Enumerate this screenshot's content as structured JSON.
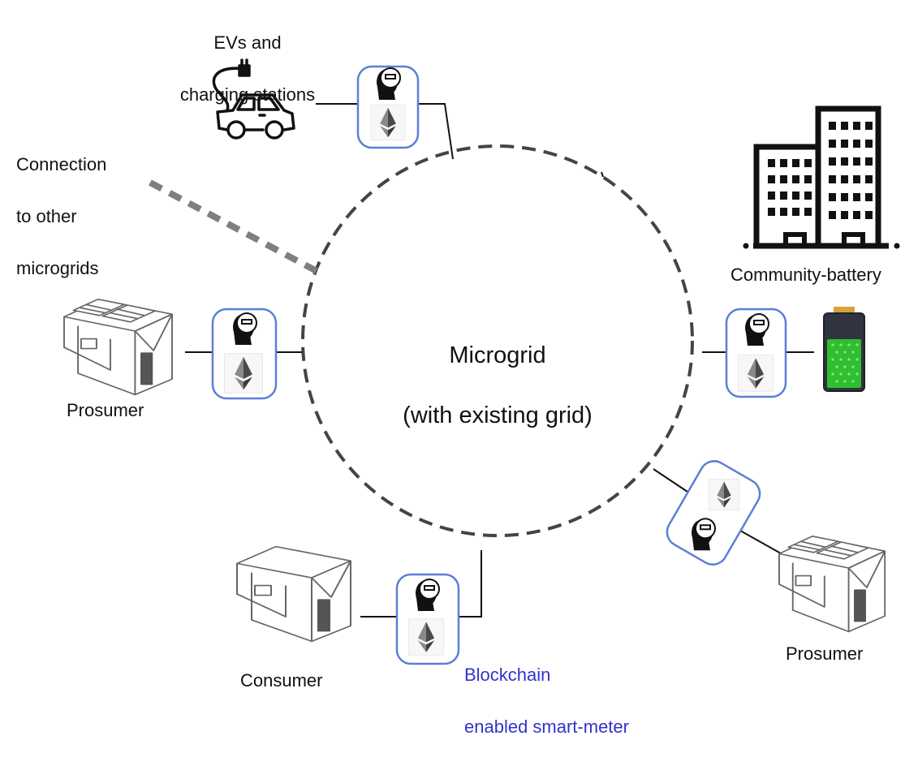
{
  "microgrid": {
    "line1": "Microgrid",
    "line2": "(with existing grid)"
  },
  "labels": {
    "evs_line1": "EVs and",
    "evs_line2": "charging stations",
    "connection_line1": "Connection",
    "connection_line2": "to other",
    "connection_line3": "microgrids",
    "community_battery": "Community-battery",
    "prosumer_left": "Prosumer",
    "prosumer_right": "Prosumer",
    "consumer": "Consumer",
    "meter_line1": "Blockchain",
    "meter_line2": "enabled smart-meter"
  },
  "icons": [
    "ev-car-icon",
    "office-building-icon",
    "battery-icon",
    "solar-house-icon",
    "house-icon",
    "smart-meter-icon",
    "ethereum-icon"
  ],
  "colors": {
    "meter_border": "#5b7fd6",
    "ring": "#444444",
    "external_link": "#7f7f7f",
    "meter_label": "#3333cc",
    "battery_fill": "#2fbf2f"
  }
}
